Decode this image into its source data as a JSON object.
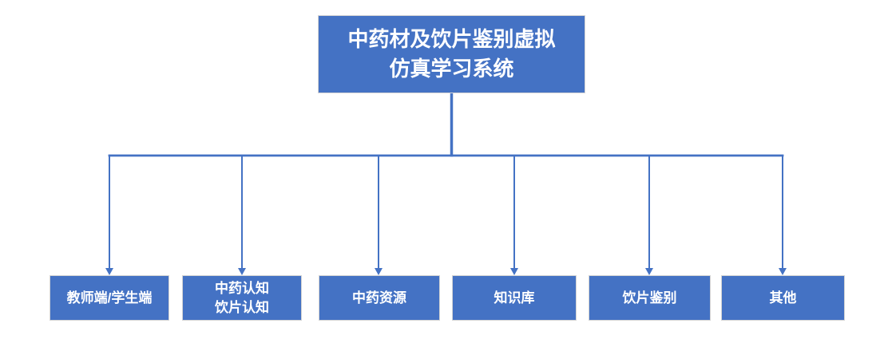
{
  "diagram": {
    "type": "flowchart",
    "root": {
      "label": "中药材及饮片鉴别虚拟\n仿真学习系统"
    },
    "children": [
      {
        "label": "教师端/学生端"
      },
      {
        "label": "中药认知\n饮片认知"
      },
      {
        "label": "中药资源"
      },
      {
        "label": "知识库"
      },
      {
        "label": "饮片鉴别"
      },
      {
        "label": "其他"
      }
    ],
    "colors": {
      "node_fill": "#4472C4",
      "node_border": "#D4D4D4",
      "connector": "#4472C4",
      "text": "#FFFFFF",
      "background": "#FFFFFF"
    }
  }
}
